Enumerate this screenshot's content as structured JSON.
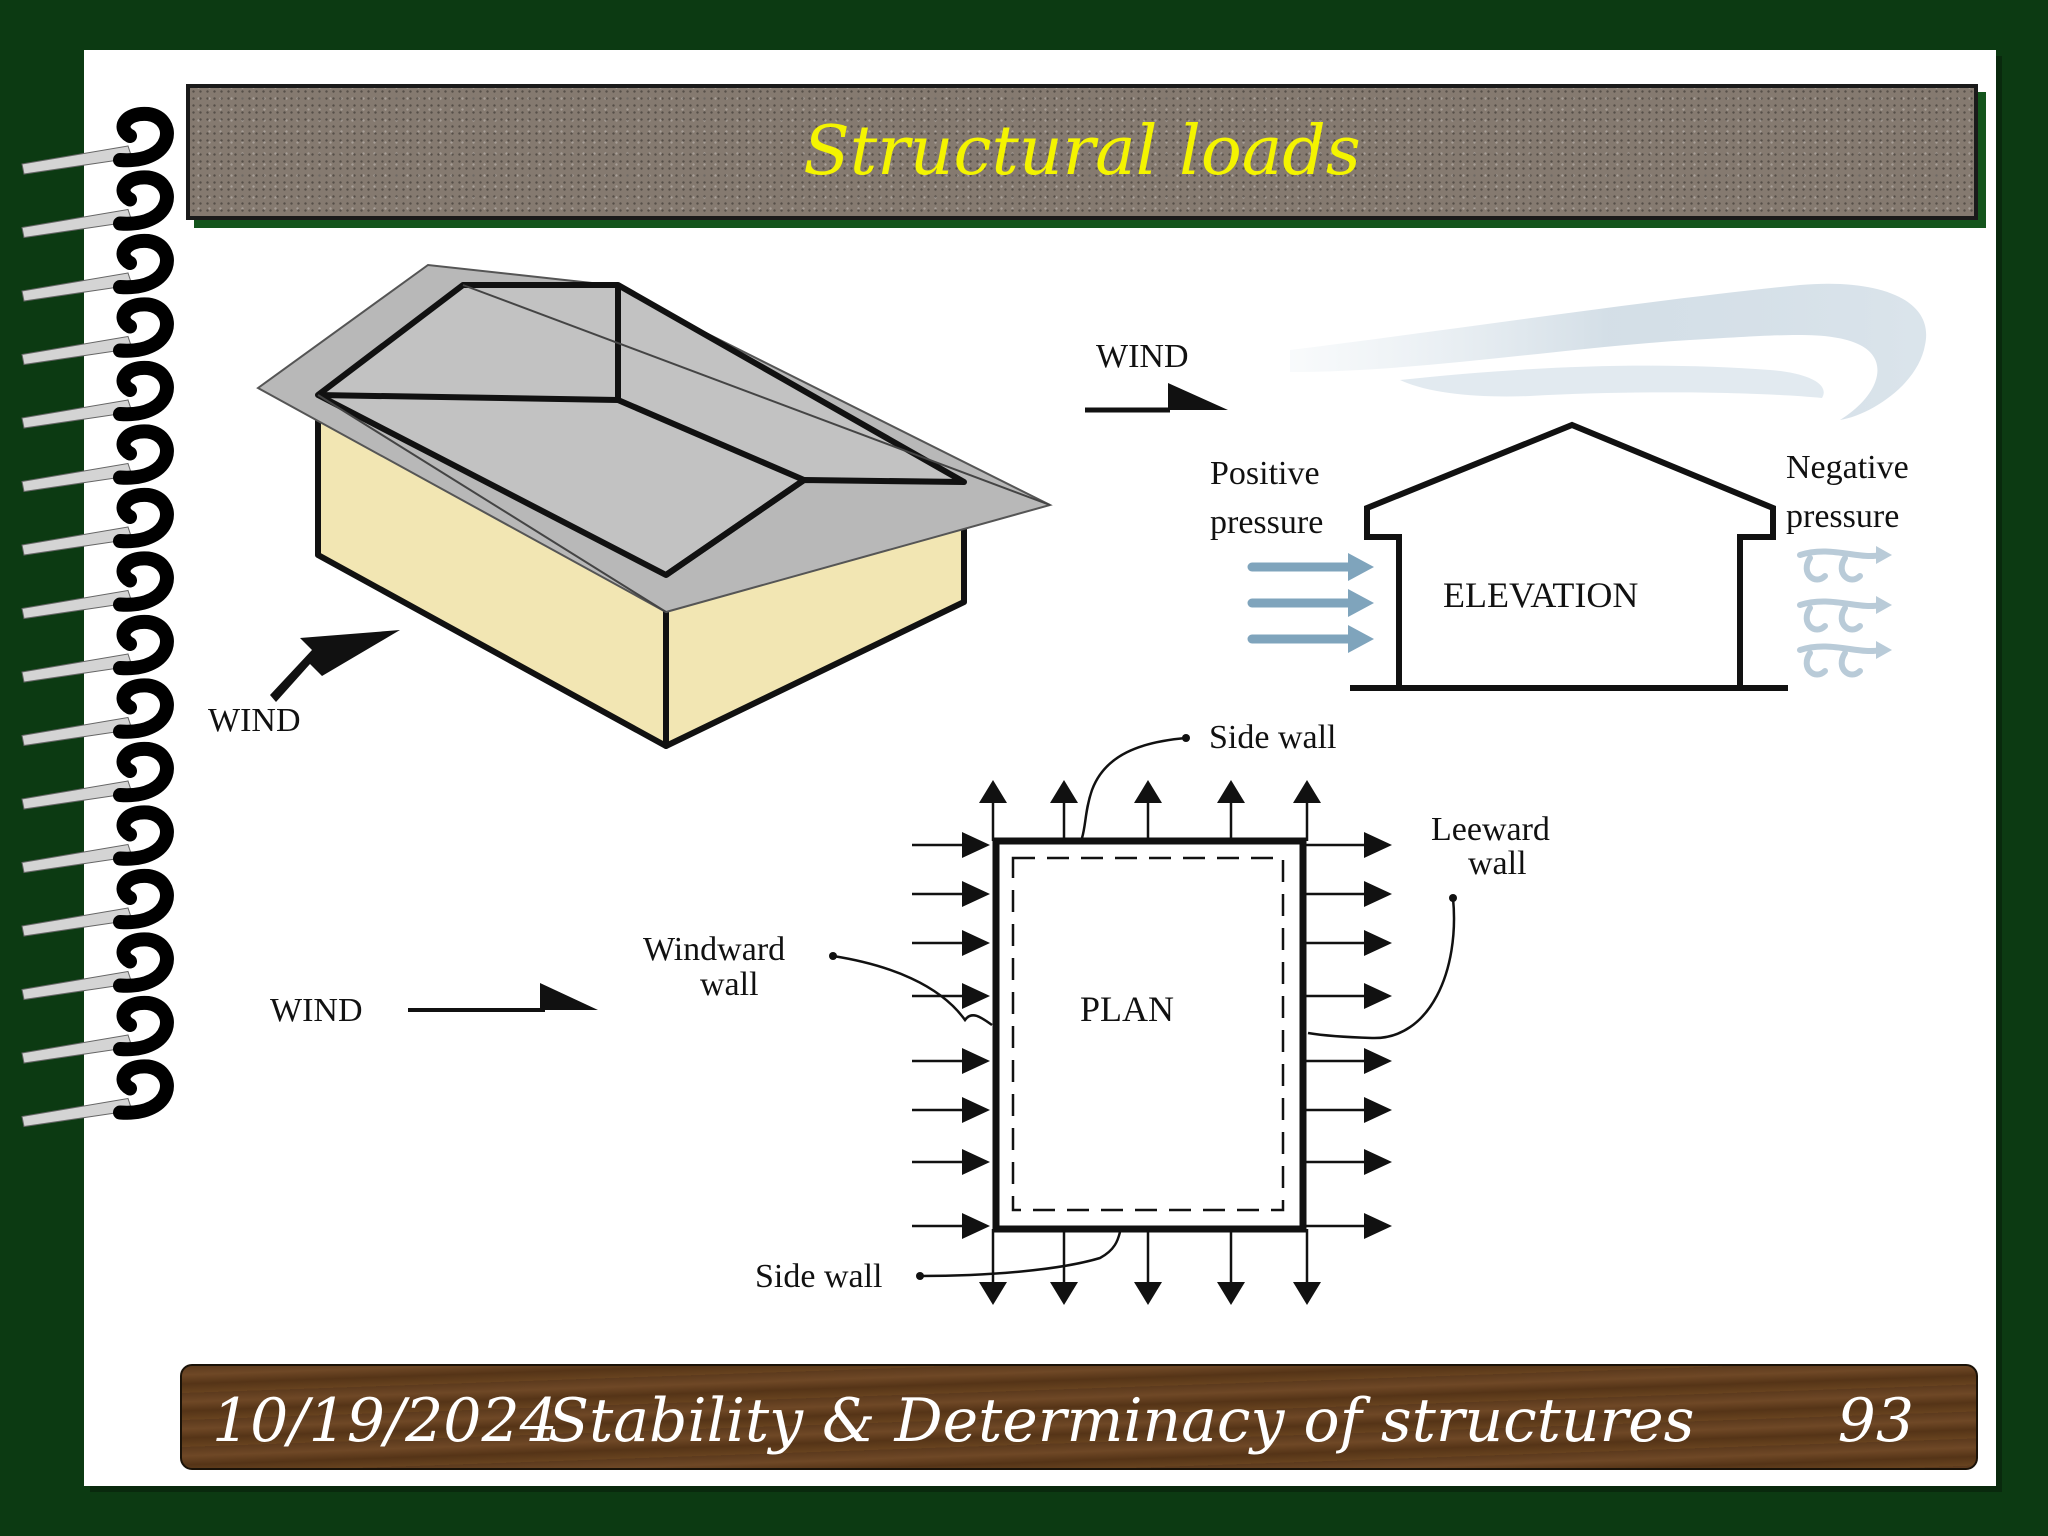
{
  "slide": {
    "title": "Structural loads",
    "footer": {
      "date": "10/19/2024",
      "subject": "Stability & Determinacy of structures",
      "page": "93"
    }
  },
  "diagram": {
    "isometric": {
      "wind_label": "WIND"
    },
    "elevation": {
      "wind_label": "WIND",
      "positive_pressure": [
        "Positive",
        "pressure"
      ],
      "negative_pressure": [
        "Negative",
        "pressure"
      ],
      "section_label": "ELEVATION"
    },
    "plan": {
      "wind_label": "WIND",
      "section_label": "PLAN",
      "side_wall_top": "Side wall",
      "side_wall_bottom": "Side wall",
      "windward_wall": [
        "Windward",
        "wall"
      ],
      "leeward_wall": [
        "Leeward",
        "wall"
      ]
    }
  },
  "colors": {
    "background": "#0c3a12",
    "title_text": "#f4f400",
    "roof": "#c0c0c0",
    "walls": "#f2e6b3",
    "pressure_arrows": "#7fa4bc"
  }
}
